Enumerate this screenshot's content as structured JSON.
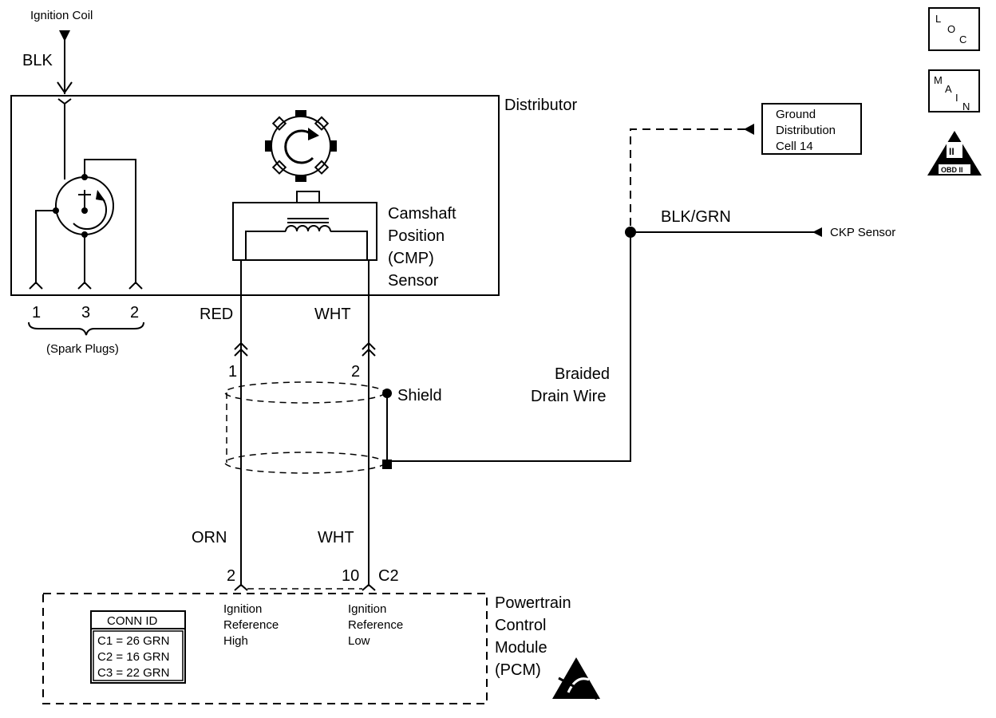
{
  "ignition_coil": {
    "label": "Ignition Coil",
    "wire_color": "BLK"
  },
  "distributor": {
    "label": "Distributor"
  },
  "spark_plugs": {
    "pins": [
      "1",
      "3",
      "2"
    ],
    "label": "(Spark Plugs)"
  },
  "cmp_sensor": {
    "lines": [
      "Camshaft",
      "Position",
      "(CMP)",
      "Sensor"
    ]
  },
  "cmp_wires": {
    "left_color_top": "RED",
    "right_color_top": "WHT",
    "left_pin_top": "1",
    "right_pin_top": "2",
    "left_color_bottom": "ORN",
    "right_color_bottom": "WHT",
    "left_pin_bottom": "2",
    "right_pin_bottom": "10",
    "connector": "C2"
  },
  "shield": {
    "label": "Shield"
  },
  "drain_wire": {
    "lines": [
      "Braided",
      "Drain Wire"
    ]
  },
  "ground_dist": {
    "lines": [
      "Ground",
      "Distribution",
      "Cell 14"
    ]
  },
  "ckp": {
    "wire_color": "BLK/GRN",
    "label": "CKP Sensor"
  },
  "pcm": {
    "lines": [
      "Powertrain",
      "Control",
      "Module",
      "(PCM)"
    ],
    "left_terminal": [
      "Ignition",
      "Reference",
      "High"
    ],
    "right_terminal": [
      "Ignition",
      "Reference",
      "Low"
    ]
  },
  "conn_table": {
    "header": "CONN ID",
    "rows": [
      "C1 = 26 GRN",
      "C2 = 16 GRN",
      "C3 = 22 GRN"
    ]
  },
  "icons": {
    "loc": [
      "L",
      "O",
      "C"
    ],
    "main": [
      "M",
      "A",
      "I",
      "N"
    ],
    "obd": {
      "top": "II",
      "bottom": "OBD II"
    }
  }
}
